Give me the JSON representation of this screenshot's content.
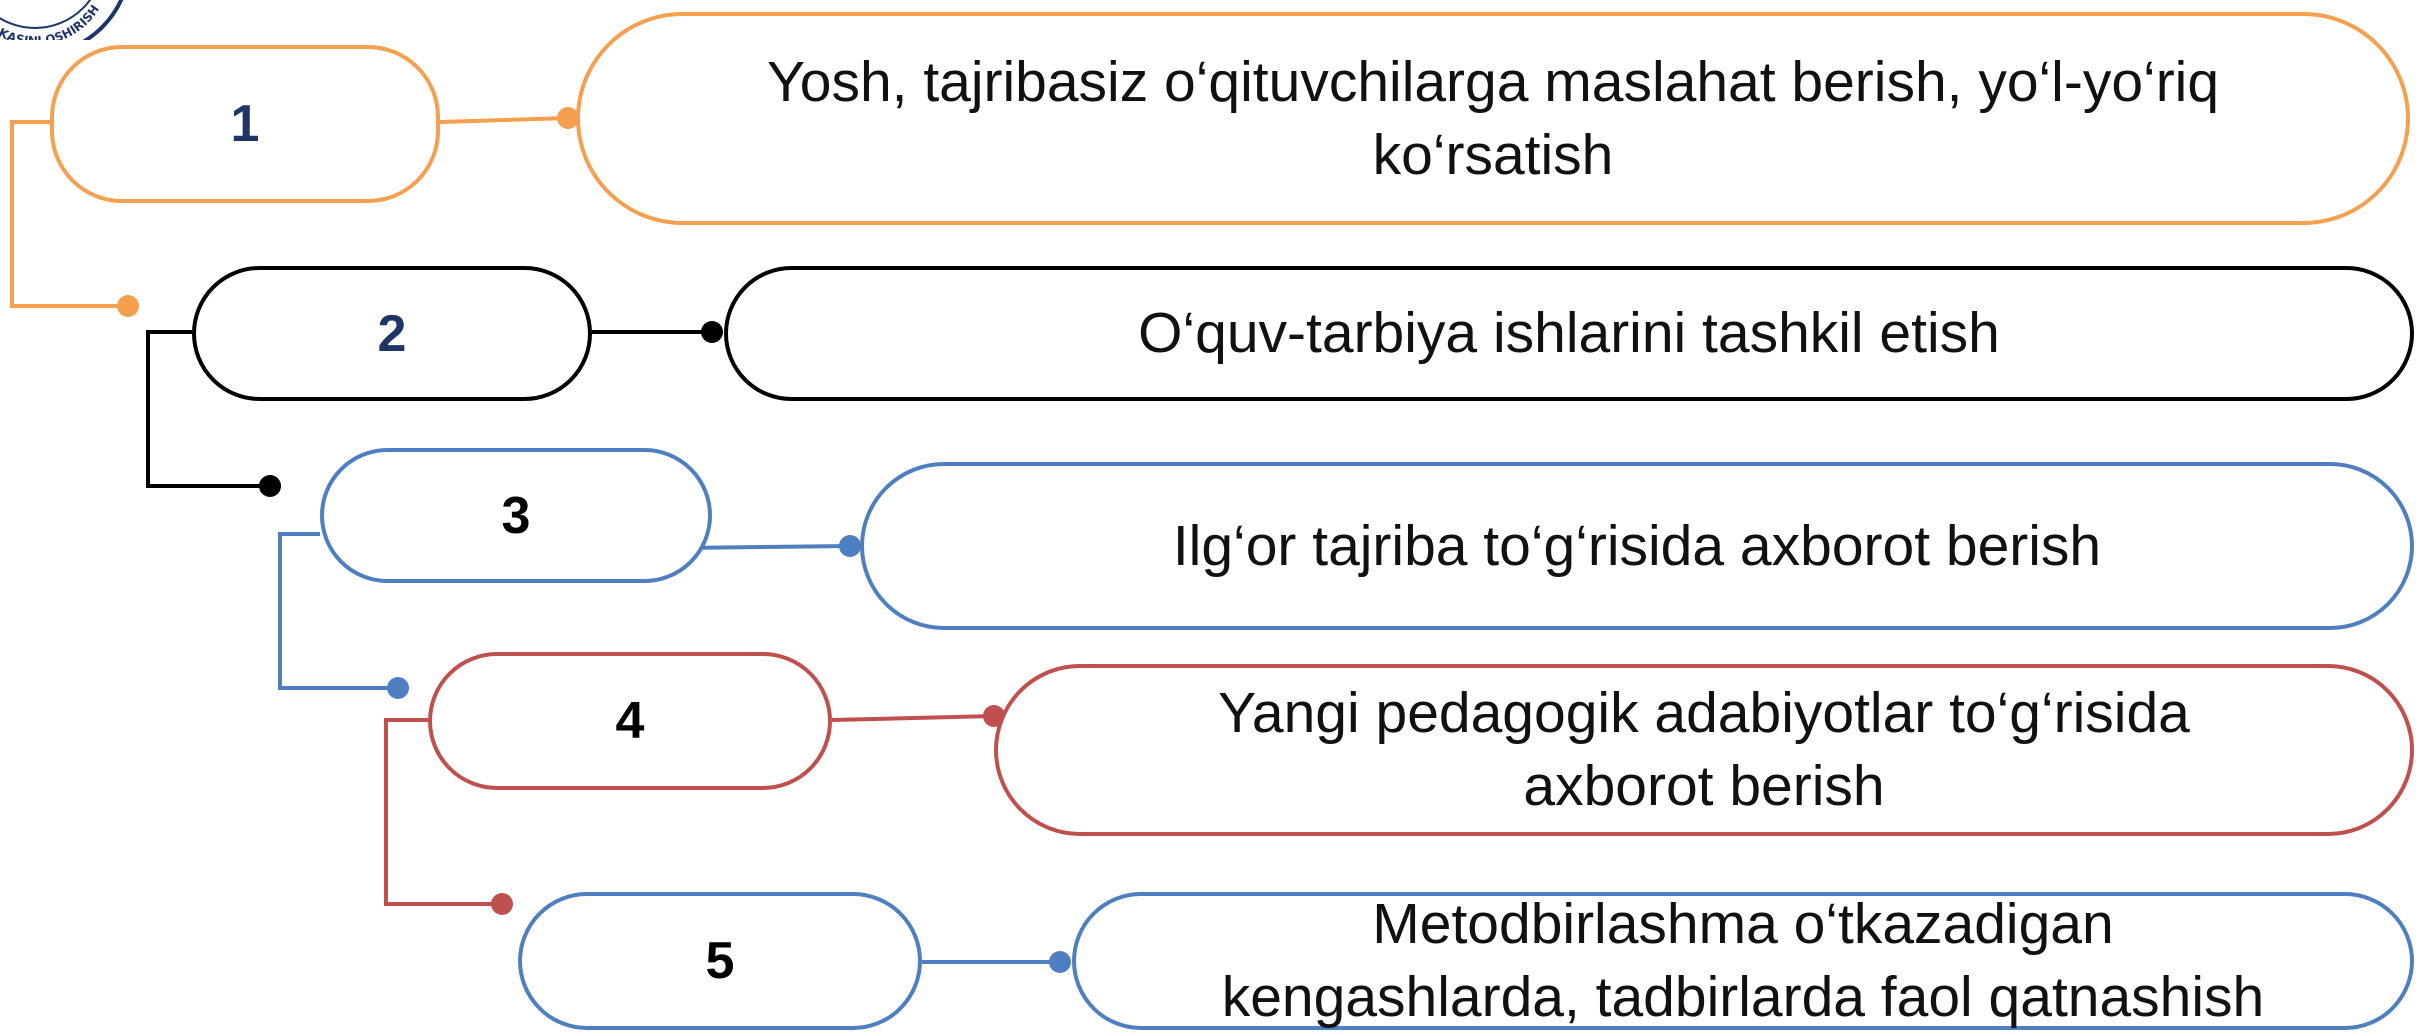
{
  "logo": {
    "arc_text": "MALAKASINI OSHIRISH",
    "icon": "institution-seal-icon"
  },
  "colors": {
    "orange": "#F4A04E",
    "black": "#000000",
    "blue": "#4E7FC0",
    "red": "#C0504D",
    "navy": "#1F3566"
  },
  "steps": [
    {
      "number": "1",
      "text": "Yosh, tajribasiz o‘qituvchilarga maslahat berish, yo‘l-yo‘riq ko‘rsatish",
      "color": "#F4A04E",
      "number_color": "#1F3566"
    },
    {
      "number": "2",
      "text": "O‘quv-tarbiya ishlarini tashkil etish",
      "color": "#000000",
      "number_color": "#1F3566"
    },
    {
      "number": "3",
      "text": "Ilg‘or tajriba to‘g‘risida  axborot berish",
      "color": "#4E7FC0",
      "number_color": "#000000"
    },
    {
      "number": "4",
      "text": "Yangi pedagogik adabiyotlar to‘g‘risida axborot berish",
      "color": "#C0504D",
      "number_color": "#000000"
    },
    {
      "number": "5",
      "text": "Metodbirlashma o‘tkazadigan kengashlarda, tadbirlarda faol qatnashish",
      "color": "#4E7FC0",
      "number_color": "#000000"
    }
  ]
}
